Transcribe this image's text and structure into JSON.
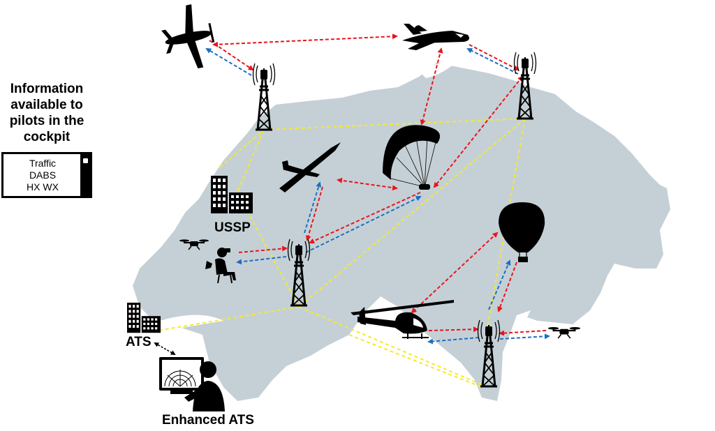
{
  "cockpit": {
    "title_lines": [
      "Information",
      "available to",
      "pilots in the",
      "cockpit"
    ],
    "display_items": [
      "Traffic",
      "DABS",
      "HX WX"
    ]
  },
  "labels": {
    "ussp": "USSP",
    "ats": "ATS",
    "enhanced_ats": "Enhanced ATS"
  },
  "colors": {
    "map": "#c5d0d6",
    "link_red": "#e8141c",
    "link_blue": "#1a6fc4",
    "link_yellow": "#f4ea2a",
    "icon": "#000000"
  }
}
